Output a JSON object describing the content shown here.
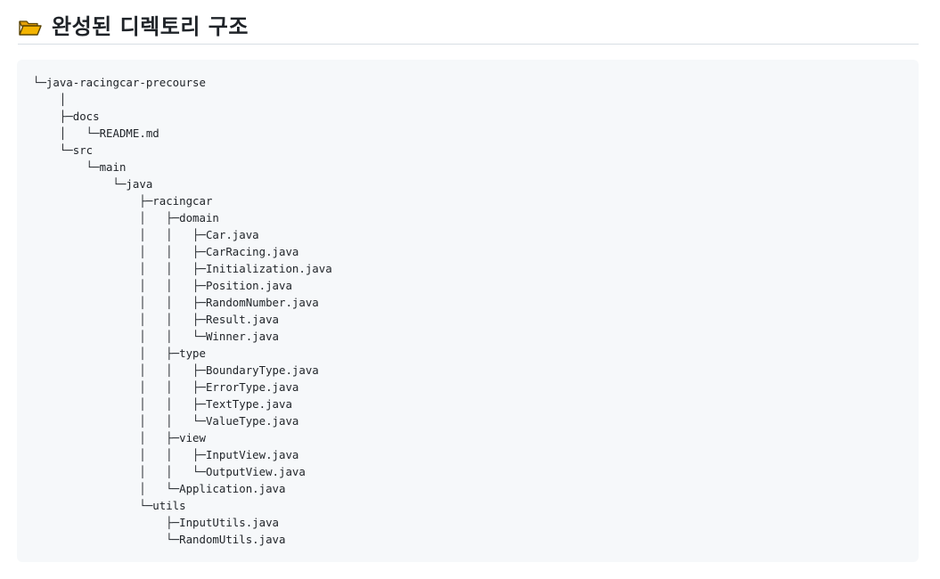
{
  "heading": {
    "icon": "open-folder-icon",
    "title": "완성된 디렉토리 구조"
  },
  "tree": {
    "lines": [
      "└─java-racingcar-precourse",
      "    │",
      "    ├─docs",
      "    │   └─README.md",
      "    └─src",
      "        └─main",
      "            └─java",
      "                ├─racingcar",
      "                │   ├─domain",
      "                │   │   ├─Car.java",
      "                │   │   ├─CarRacing.java",
      "                │   │   ├─Initialization.java",
      "                │   │   ├─Position.java",
      "                │   │   ├─RandomNumber.java",
      "                │   │   ├─Result.java",
      "                │   │   └─Winner.java",
      "                │   ├─type",
      "                │   │   ├─BoundaryType.java",
      "                │   │   ├─ErrorType.java",
      "                │   │   ├─TextType.java",
      "                │   │   └─ValueType.java",
      "                │   ├─view",
      "                │   │   ├─InputView.java",
      "                │   │   └─OutputView.java",
      "                │   └─Application.java",
      "                └─utils",
      "                    ├─InputUtils.java",
      "                    └─RandomUtils.java"
    ]
  },
  "colors": {
    "text": "#1f2328",
    "code_background": "#f6f8fa",
    "divider": "#d8dee4",
    "folder_body": "#f4b400",
    "folder_outline": "#5a4300"
  }
}
